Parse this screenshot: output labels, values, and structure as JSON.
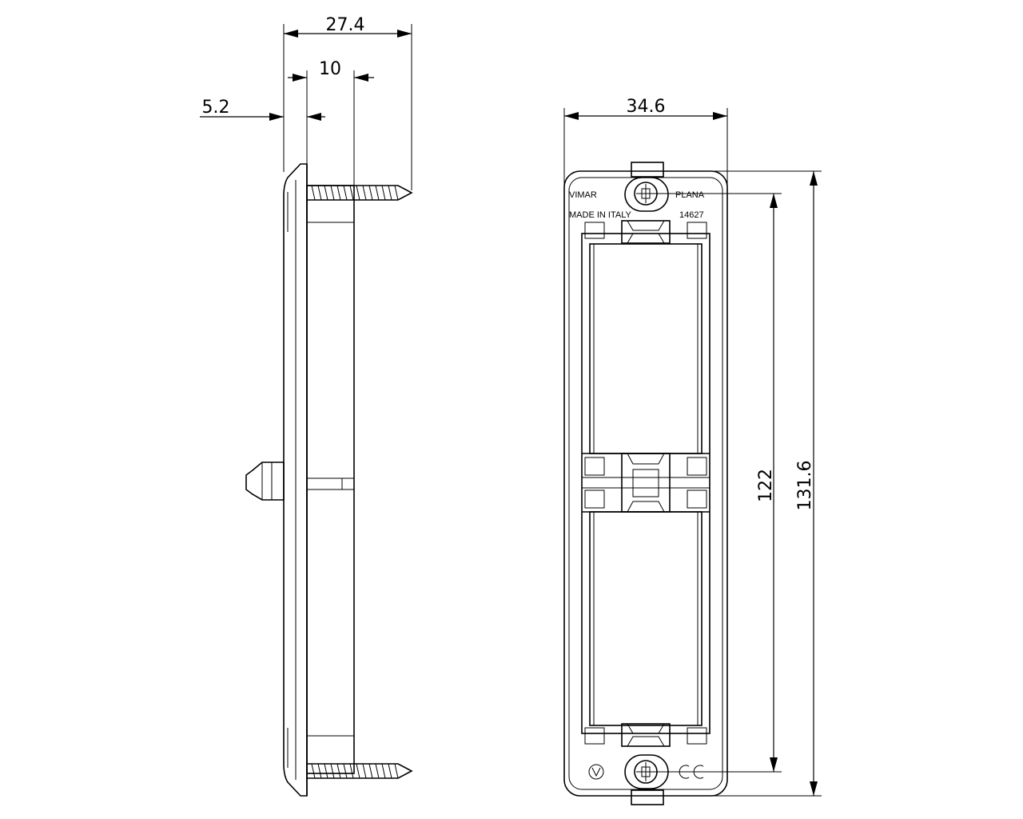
{
  "side_view": {
    "dimensions": {
      "overall_depth": "27.4",
      "body_depth": "10",
      "plate_thickness": "5.2"
    }
  },
  "front_view": {
    "dimensions": {
      "width": "34.6",
      "screw_spacing": "122",
      "height": "131.6"
    },
    "markings": {
      "brand": "VIMAR",
      "series": "PLANA",
      "origin": "MADE IN ITALY",
      "code": "14627"
    }
  }
}
